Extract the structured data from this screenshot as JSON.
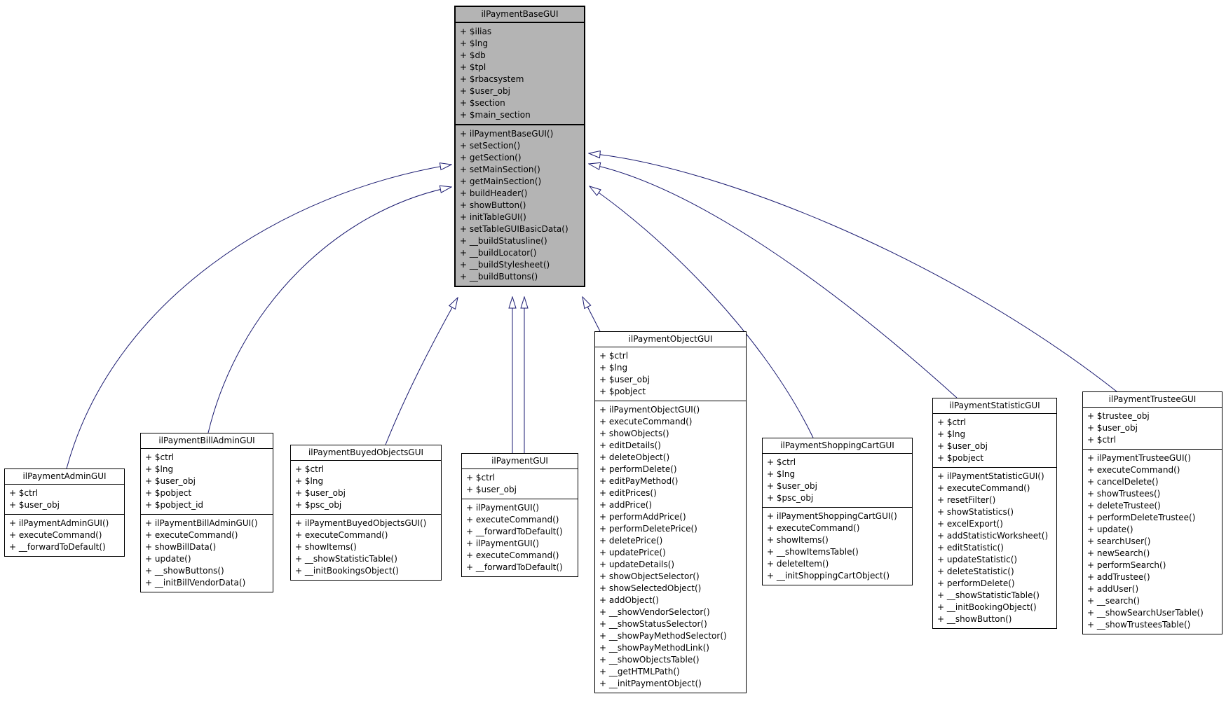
{
  "diagram": {
    "type": "uml-class-inheritance",
    "colors": {
      "arrow_line": "#191970",
      "base_class_fill": "#b4b4b4",
      "class_fill": "#ffffff",
      "border": "#000000"
    }
  },
  "classes": {
    "base": {
      "name": "ilPaymentBaseGUI",
      "attributes": [
        "+ $ilias",
        "+ $lng",
        "+ $db",
        "+ $tpl",
        "+ $rbacsystem",
        "+ $user_obj",
        "+ $section",
        "+ $main_section"
      ],
      "methods": [
        "+ ilPaymentBaseGUI()",
        "+ setSection()",
        "+ getSection()",
        "+ setMainSection()",
        "+ getMainSection()",
        "+ buildHeader()",
        "+ showButton()",
        "+ initTableGUI()",
        "+ setTableGUIBasicData()",
        "+ __buildStatusline()",
        "+ __buildLocator()",
        "+ __buildStylesheet()",
        "+ __buildButtons()"
      ]
    },
    "admin": {
      "name": "ilPaymentAdminGUI",
      "attributes": [
        "+ $ctrl",
        "+ $user_obj"
      ],
      "methods": [
        "+ ilPaymentAdminGUI()",
        "+ executeCommand()",
        "+ __forwardToDefault()"
      ]
    },
    "billadmin": {
      "name": "ilPaymentBillAdminGUI",
      "attributes": [
        "+ $ctrl",
        "+ $lng",
        "+ $user_obj",
        "+ $pobject",
        "+ $pobject_id"
      ],
      "methods": [
        "+ ilPaymentBillAdminGUI()",
        "+ executeCommand()",
        "+ showBillData()",
        "+ update()",
        "+ __showButtons()",
        "+ __initBillVendorData()"
      ]
    },
    "buyed": {
      "name": "ilPaymentBuyedObjectsGUI",
      "attributes": [
        "+ $ctrl",
        "+ $lng",
        "+ $user_obj",
        "+ $psc_obj"
      ],
      "methods": [
        "+ ilPaymentBuyedObjectsGUI()",
        "+ executeCommand()",
        "+ showItems()",
        "+ __showStatisticTable()",
        "+ __initBookingsObject()"
      ]
    },
    "payment": {
      "name": "ilPaymentGUI",
      "attributes": [
        "+ $ctrl",
        "+ $user_obj"
      ],
      "methods": [
        "+ ilPaymentGUI()",
        "+ executeCommand()",
        "+ __forwardToDefault()",
        "+ ilPaymentGUI()",
        "+ executeCommand()",
        "+ __forwardToDefault()"
      ]
    },
    "object": {
      "name": "ilPaymentObjectGUI",
      "attributes": [
        "+ $ctrl",
        "+ $lng",
        "+ $user_obj",
        "+ $pobject"
      ],
      "methods": [
        "+ ilPaymentObjectGUI()",
        "+ executeCommand()",
        "+ showObjects()",
        "+ editDetails()",
        "+ deleteObject()",
        "+ performDelete()",
        "+ editPayMethod()",
        "+ editPrices()",
        "+ addPrice()",
        "+ performAddPrice()",
        "+ performDeletePrice()",
        "+ deletePrice()",
        "+ updatePrice()",
        "+ updateDetails()",
        "+ showObjectSelector()",
        "+ showSelectedObject()",
        "+ addObject()",
        "+ __showVendorSelector()",
        "+ __showStatusSelector()",
        "+ __showPayMethodSelector()",
        "+ __showPayMethodLink()",
        "+ __showObjectsTable()",
        "+ __getHTMLPath()",
        "+ __initPaymentObject()"
      ]
    },
    "cart": {
      "name": "ilPaymentShoppingCartGUI",
      "attributes": [
        "+ $ctrl",
        "+ $lng",
        "+ $user_obj",
        "+ $psc_obj"
      ],
      "methods": [
        "+ ilPaymentShoppingCartGUI()",
        "+ executeCommand()",
        "+ showItems()",
        "+ __showItemsTable()",
        "+ deleteItem()",
        "+ __initShoppingCartObject()"
      ]
    },
    "statistic": {
      "name": "ilPaymentStatisticGUI",
      "attributes": [
        "+ $ctrl",
        "+ $lng",
        "+ $user_obj",
        "+ $pobject"
      ],
      "methods": [
        "+ ilPaymentStatisticGUI()",
        "+ executeCommand()",
        "+ resetFilter()",
        "+ showStatistics()",
        "+ excelExport()",
        "+ addStatisticWorksheet()",
        "+ editStatistic()",
        "+ updateStatistic()",
        "+ deleteStatistic()",
        "+ performDelete()",
        "+ __showStatisticTable()",
        "+ __initBookingObject()",
        "+ __showButton()"
      ]
    },
    "trustee": {
      "name": "ilPaymentTrusteeGUI",
      "attributes": [
        "+ $trustee_obj",
        "+ $user_obj",
        "+ $ctrl"
      ],
      "methods": [
        "+ ilPaymentTrusteeGUI()",
        "+ executeCommand()",
        "+ cancelDelete()",
        "+ showTrustees()",
        "+ deleteTrustee()",
        "+ performDeleteTrustee()",
        "+ update()",
        "+ searchUser()",
        "+ newSearch()",
        "+ performSearch()",
        "+ addTrustee()",
        "+ addUser()",
        "+ __search()",
        "+ __showSearchUserTable()",
        "+ __showTrusteesTable()"
      ]
    }
  },
  "inheritance": [
    {
      "child": "ilPaymentAdminGUI",
      "parent": "ilPaymentBaseGUI"
    },
    {
      "child": "ilPaymentBillAdminGUI",
      "parent": "ilPaymentBaseGUI"
    },
    {
      "child": "ilPaymentBuyedObjectsGUI",
      "parent": "ilPaymentBaseGUI"
    },
    {
      "child": "ilPaymentGUI",
      "parent": "ilPaymentBaseGUI"
    },
    {
      "child": "ilPaymentGUI",
      "parent": "ilPaymentBaseGUI"
    },
    {
      "child": "ilPaymentObjectGUI",
      "parent": "ilPaymentBaseGUI"
    },
    {
      "child": "ilPaymentShoppingCartGUI",
      "parent": "ilPaymentBaseGUI"
    },
    {
      "child": "ilPaymentStatisticGUI",
      "parent": "ilPaymentBaseGUI"
    },
    {
      "child": "ilPaymentTrusteeGUI",
      "parent": "ilPaymentBaseGUI"
    }
  ]
}
